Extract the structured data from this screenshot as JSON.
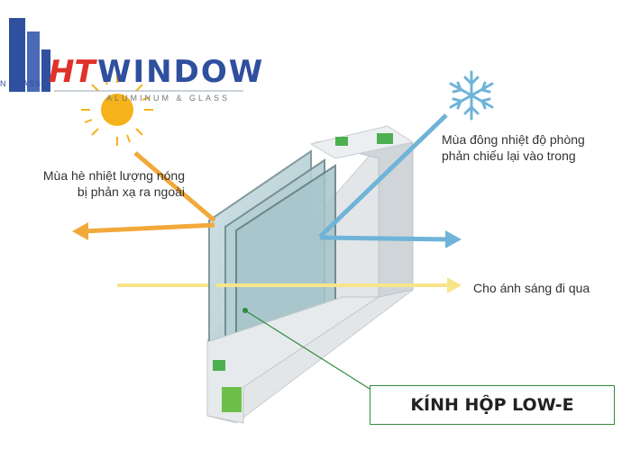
{
  "logo": {
    "left_text": "N GLASS",
    "brand_prefix": "HT",
    "brand_word": "WINDOW",
    "tagline": "ALUMINUM & GLASS"
  },
  "labels": {
    "summer": "Mùa hè nhiệt lượng nóng bị phản xạ ra ngoài",
    "winter": "Mùa đông nhiệt độ phòng phản chiếu lại vào trong",
    "light": "Cho ánh sáng đi qua",
    "product": "KÍNH HỘP LOW-E"
  },
  "icons": [
    "sun-icon",
    "snowflake-icon",
    "building-logo-icon"
  ],
  "colors": {
    "summer_arrow": "#f2a93b",
    "winter_arrow": "#6fb3d8",
    "light_arrow": "#f7e58a",
    "glass": "#b9d3d9",
    "frame": "#dfe3e6",
    "gasket": "#4caf50",
    "brand": "#2f4f9f",
    "brand_accent": "#e0312a",
    "label_border": "#2e8b3e"
  }
}
